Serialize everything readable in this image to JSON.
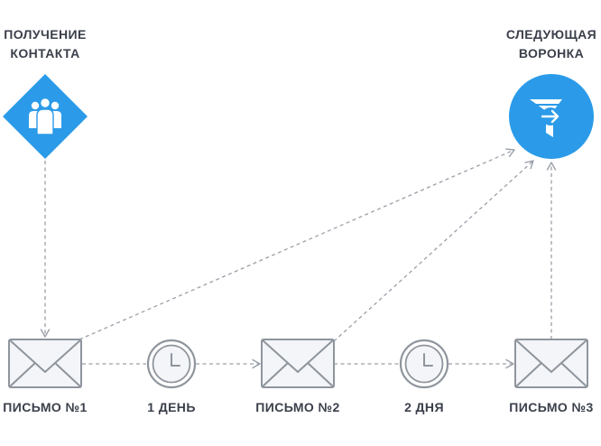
{
  "colors": {
    "accent": "#2b9be9",
    "line": "#9aa0a8",
    "icon_stroke": "#8f959d",
    "icon_fill": "#f3f5f8",
    "text": "#3a3f4a"
  },
  "nodes": {
    "start": {
      "label_line1": "ПОЛУЧЕНИЕ",
      "label_line2": "КОНТАКТА",
      "icon": "people-group-icon"
    },
    "end": {
      "label_line1": "СЛЕДУЮЩАЯ",
      "label_line2": "ВОРОНКА",
      "icon": "funnel-arrow-icon"
    },
    "email_1": {
      "label": "ПИСЬМО №1",
      "icon": "envelope-icon"
    },
    "delay_1": {
      "label": "1 ДЕНЬ",
      "icon": "clock-icon"
    },
    "email_2": {
      "label": "ПИСЬМО №2",
      "icon": "envelope-icon"
    },
    "delay_2": {
      "label": "2 ДНЯ",
      "icon": "clock-icon"
    },
    "email_3": {
      "label": "ПИСЬМО №3",
      "icon": "envelope-icon"
    }
  }
}
